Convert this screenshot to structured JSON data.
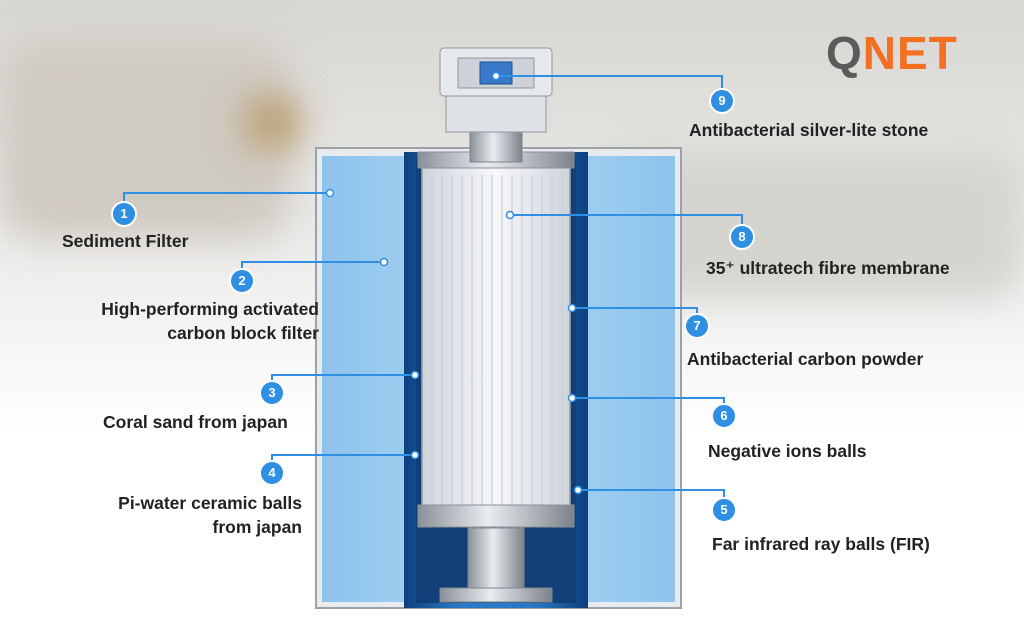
{
  "logo": {
    "q": "Q",
    "rest": "NET",
    "colors": {
      "q": "#5b5b5b",
      "rest": "#f36f21"
    }
  },
  "labels": {
    "l1": {
      "number": "1",
      "text": "Sediment Filter"
    },
    "l2": {
      "number": "2",
      "line1": "High-performing activated",
      "line2": "carbon block filter"
    },
    "l3": {
      "number": "3",
      "text": "Coral sand from japan"
    },
    "l4": {
      "number": "4",
      "line1": "Pi-water ceramic balls",
      "line2": "from japan"
    },
    "l5": {
      "number": "5",
      "text": "Far infrared ray balls (FIR)"
    },
    "l6": {
      "number": "6",
      "text": "Negative ions balls"
    },
    "l7": {
      "number": "7",
      "text": "Antibacterial carbon powder"
    },
    "l8": {
      "number": "8",
      "text": "35⁺ ultratech fibre membrane"
    },
    "l9": {
      "number": "9",
      "text": "Antibacterial silver-lite stone"
    }
  },
  "colors": {
    "accent": "#2f8fe3",
    "outer_filter": "#9fcdef",
    "inner_layer": "#1d5fa8",
    "membrane": "#e9ecf1"
  }
}
